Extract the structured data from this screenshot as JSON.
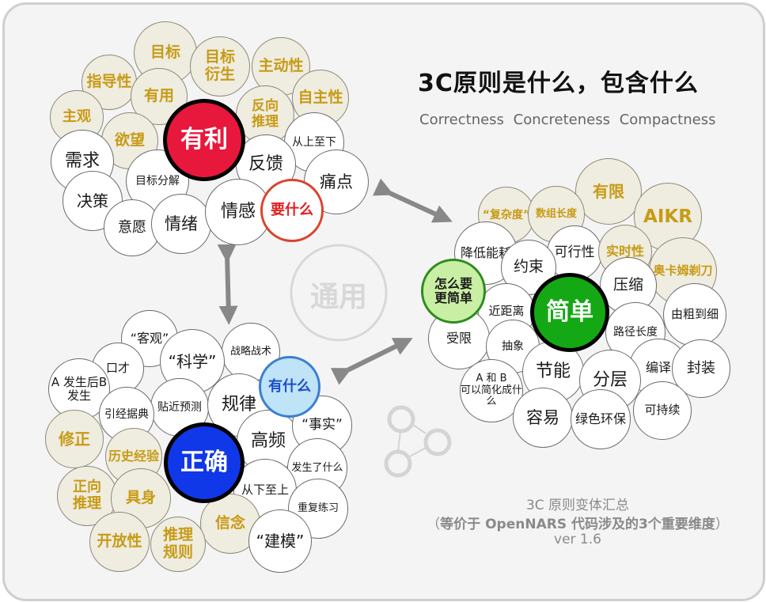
{
  "title": "3C原则是什么，包含什么",
  "subtitle": "Correctness  Concreteness  Compactness",
  "center_label": "通用",
  "footer": {
    "line1": "3C 原则变体汇总",
    "line2_open": "（",
    "line2_bold": "等价于 OpenNARS 代码涉及的3个重要维度",
    "line2_close": "）",
    "line3": "ver 1.6"
  },
  "youli": {
    "main": "有利",
    "question": "要什么",
    "items": [
      "目标",
      "目标衍生",
      "主动性",
      "指导性",
      "有用",
      "反向推理",
      "自主性",
      "主观",
      "欲望",
      "从上至下",
      "需求",
      "反馈",
      "目标分解",
      "痛点",
      "决策",
      "意愿",
      "情绪",
      "情感"
    ]
  },
  "zhengque": {
    "main": "正确",
    "question": "有什么",
    "items": [
      "“客观”",
      "战略战术",
      "“科学”",
      "口才",
      "A 发生后B 发生",
      "贴近预测",
      "规律",
      "引经据典",
      "修正",
      "高频",
      "“事实”",
      "历史经验",
      "发生了什么",
      "正向推理",
      "具身",
      "从下至上",
      "重复练习",
      "信念",
      "推理规则",
      "开放性",
      "“建模”"
    ]
  },
  "jiandan": {
    "main": "简单",
    "question": "怎么要更简单",
    "items": [
      "有限",
      "“复杂度”",
      "数组长度",
      "AIKR",
      "降低能耗",
      "可行性",
      "实时性",
      "约束",
      "奥卡姆剃刀",
      "压缩",
      "近距离",
      "由粗到细",
      "受限",
      "路径长度",
      "抽象",
      "编译",
      "封装",
      "A 和 B可以简化成什么",
      "节能",
      "分层",
      "可持续",
      "容易",
      "绿色环保"
    ]
  },
  "colors": {
    "youli": "#e8173c",
    "zhengque": "#1038e8",
    "jiandan": "#14a814",
    "gold": "#c79b15",
    "frame": "#cfcfcf",
    "arrow": "#888888"
  }
}
